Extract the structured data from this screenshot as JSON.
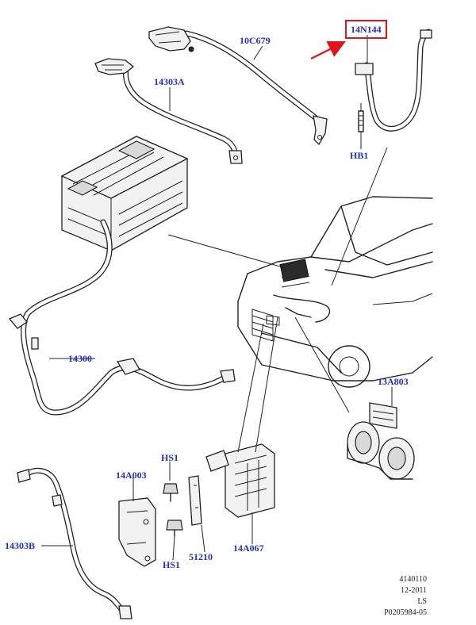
{
  "callouts": {
    "c_10c679": "10C679",
    "c_14n144": "14N144",
    "c_14303a": "14303A",
    "c_hb1": "HB1",
    "c_14300": "14300",
    "c_13a803": "13A803",
    "c_hs1_top": "HS1",
    "c_14a003": "14A003",
    "c_14303b": "14303B",
    "c_51210": "51210",
    "c_14a067": "14A067",
    "c_hs1_bottom": "HS1"
  },
  "footer": {
    "line1": "4140110",
    "line2": "12-2011",
    "line3": "LS",
    "line4": "P0205984-05"
  },
  "colors": {
    "callout_text": "#1f2fc8",
    "highlight_box": "#e0141b",
    "pointer_arrow": "#e0141b",
    "line_art": "#222222"
  }
}
